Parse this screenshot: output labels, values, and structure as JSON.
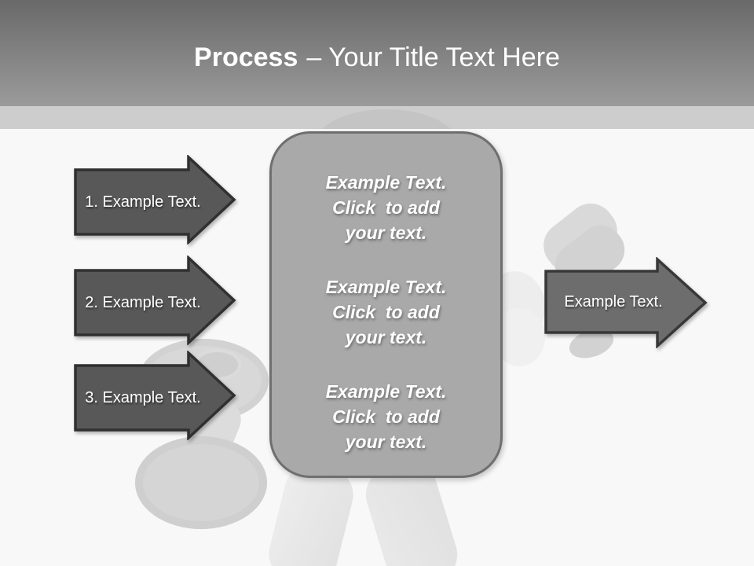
{
  "slide": {
    "title": {
      "bold": "Process",
      "rest": "– Your Title Text Here"
    }
  },
  "process_steps": [
    {
      "label": "1. Example Text."
    },
    {
      "label": "2. Example Text."
    },
    {
      "label": "3. Example Text."
    }
  ],
  "output_arrow": {
    "label": "Example Text."
  },
  "center_panel": {
    "paragraphs": [
      {
        "lines": [
          "Example Text.",
          "Click  to add",
          "your text."
        ]
      },
      {
        "lines": [
          "Example Text.",
          "Click  to add",
          "your text."
        ]
      },
      {
        "lines": [
          "Example Text.",
          "Click  to add",
          "your text."
        ]
      }
    ]
  },
  "colors": {
    "header_gradient_top": "#696969",
    "header_gradient_bottom": "#9b9b9b",
    "band": "#cdcdcd",
    "body_bg": "#f8f8f8",
    "step_arrow_fill": "#585858",
    "step_arrow_stroke": "#303030",
    "output_arrow_fill": "#6d6d6d",
    "output_arrow_stroke": "#383838",
    "panel_fill": "#a9a9a9",
    "panel_stroke": "#6f6f6f",
    "text": "#ffffff"
  }
}
